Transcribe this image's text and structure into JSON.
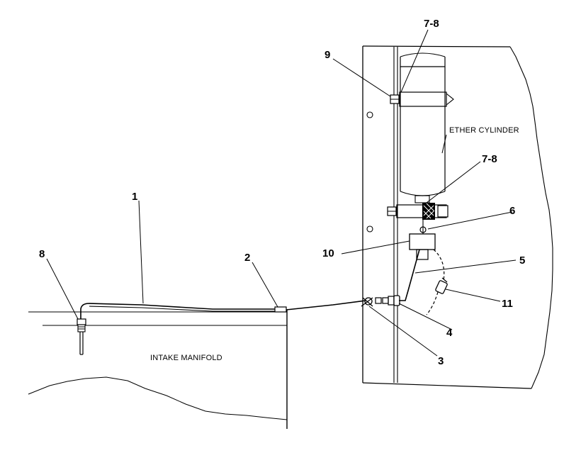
{
  "diagram": {
    "labels": {
      "ether_cylinder": "ETHER CYLINDER",
      "intake_manifold": "INTAKE MANIFOLD"
    },
    "callouts": [
      {
        "id": "c1",
        "text": "1"
      },
      {
        "id": "c2",
        "text": "2"
      },
      {
        "id": "c3",
        "text": "3"
      },
      {
        "id": "c4",
        "text": "4"
      },
      {
        "id": "c5",
        "text": "5"
      },
      {
        "id": "c6",
        "text": "6"
      },
      {
        "id": "c7-8-top",
        "text": "7-8"
      },
      {
        "id": "c7-8-mid",
        "text": "7-8"
      },
      {
        "id": "c8",
        "text": "8"
      },
      {
        "id": "c9",
        "text": "9"
      },
      {
        "id": "c10",
        "text": "10"
      },
      {
        "id": "c11",
        "text": "11"
      }
    ]
  }
}
